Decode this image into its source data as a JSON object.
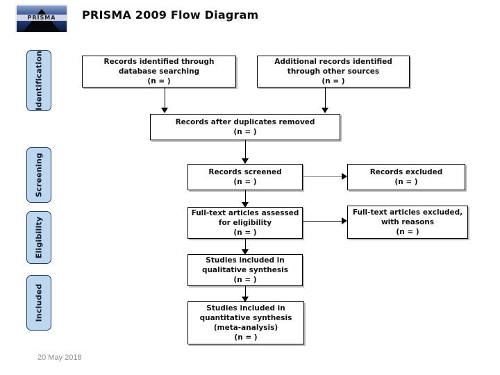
{
  "header": {
    "title": "PRISMA 2009 Flow Diagram",
    "logo_text": "PRISMA",
    "logo_name": "prisma-logo"
  },
  "phases": [
    {
      "label": "Identification"
    },
    {
      "label": "Screening"
    },
    {
      "label": "Eligibility"
    },
    {
      "label": "Included"
    }
  ],
  "boxes": {
    "identified_database": {
      "line1": "Records identified through",
      "line2": "database searching",
      "line3": "(n =   )"
    },
    "identified_other": {
      "line1": "Additional records identified",
      "line2": "through other sources",
      "line3": "(n =   )"
    },
    "duplicates_removed": {
      "line1": "Records after duplicates removed",
      "line2": "(n =   )"
    },
    "records_screened": {
      "line1": "Records screened",
      "line2": "(n =   )"
    },
    "records_excluded": {
      "line1": "Records excluded",
      "line2": "(n =   )"
    },
    "fulltext_assessed": {
      "line1": "Full-text articles assessed",
      "line2": "for eligibility",
      "line3": "(n =   )"
    },
    "fulltext_excluded": {
      "line1": "Full-text articles excluded,",
      "line2": "with reasons",
      "line3": "(n =   )"
    },
    "qualitative_synthesis": {
      "line1": "Studies included in",
      "line2": "qualitative synthesis",
      "line3": "(n =   )"
    },
    "quantitative_synthesis": {
      "line1": "Studies included in",
      "line2": "quantitative synthesis",
      "line3": "(meta-analysis)",
      "line4": "(n =   )"
    }
  },
  "footer": {
    "date": "20 May 2018"
  },
  "colors": {
    "phase_fill": "#bdd7ee",
    "phase_border": "#1f3864",
    "box_border": "#000000",
    "box_fill": "#ffffff",
    "title": "#0a0a0a",
    "date": "#8c8c8c",
    "thin_connector": "#8a8a8a"
  }
}
